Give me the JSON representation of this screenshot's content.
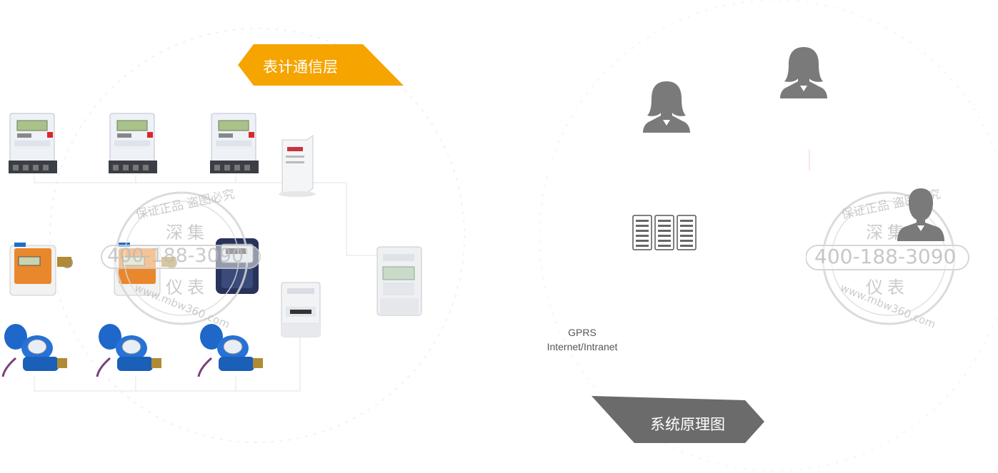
{
  "banners": {
    "meter_layer": "表计通信层",
    "system_diagram": "系统原理图"
  },
  "network": {
    "line1": "GPRS",
    "line2": "Internet/Intranet"
  },
  "watermark": {
    "arc_text": "保证正品 盗图必究",
    "name_top": "深集",
    "phone": "400-188-3090",
    "name_bottom": "仪表",
    "url": "www.mbw360.com"
  },
  "colors": {
    "accent_orange": "#f5a400",
    "banner_gray": "#6b6b6b",
    "meter_blue": "#1e5fbf",
    "meter_orange": "#e9872d",
    "user_gray": "#7a7a7a"
  }
}
